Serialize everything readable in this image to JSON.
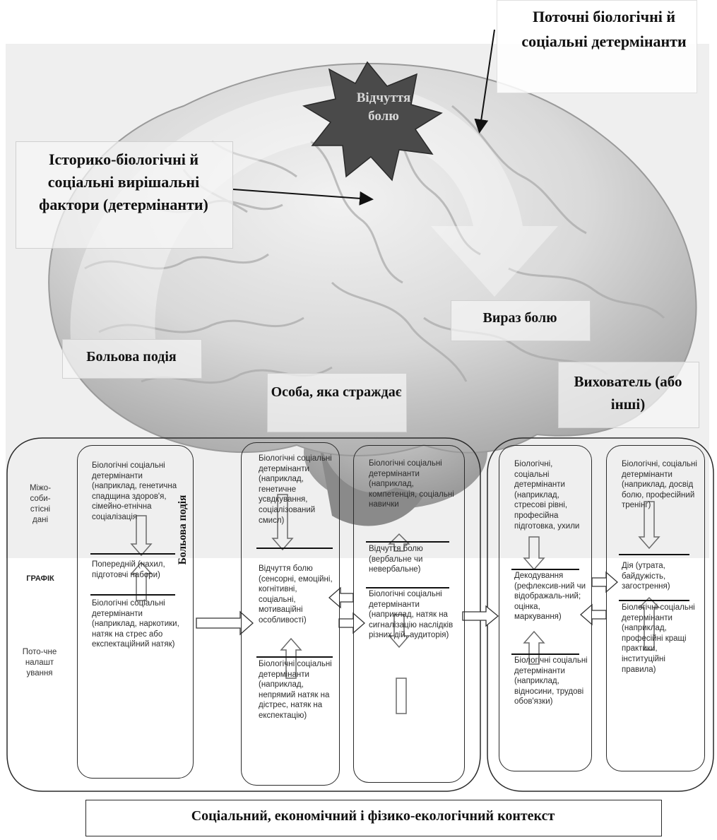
{
  "labels": {
    "current_determinants": "Поточні біологічні й соціальні детермінанти",
    "pain_sensation": "Відчуття болю",
    "historical_determinants": "Історико-біологічні й соціальні вирішальні фактори (детермінанти)",
    "pain_expression": "Вираз болю",
    "pain_event": "Больова подія",
    "suffering_person": "Особа, яка страждає",
    "caregiver": "Вихователь (або інші)",
    "context": "Соціальний, економічний і фізико-екологічний контекст",
    "pain_event_vertical": "Больова подія"
  },
  "timeline": {
    "interpersonal": "Міжо-соби-стісні дані",
    "graph": "ГРАФІК",
    "current_setting": "Пото-чне налашт ування"
  },
  "columns": [
    {
      "top": "Біологічні соціальні детермінанти (наприклад, генетична спадщина здоров'я, сімейно-етнічна соціалізація",
      "middle": "Попередній (нахил, підготовчі набори)",
      "bottom": "Біологічні соціальні детермінанти (наприклад, наркотики, натяк на стрес або експектаційний натяк)"
    },
    {
      "top": "Біологічні соціальні детермінанти (наприклад, генетичне усвдкування, соціалізований смисл)",
      "middle": "Відчуття болю (сенсорні, емоційні, когнітивні, соціальні, мотиваційні особливості)",
      "bottom": "Біологічні соціальні детермінанти (наприклад, непрямий натяк на дістрес, натяк на експектацію)"
    },
    {
      "top": "Біологічні соціальні детермінанти (наприклад, компетенція, соціальні навички",
      "middle": "Відчуття болю (вербальне чи невербальне)",
      "bottom": "Біологічні соціальні детермінанти (наприклад, натяк на сигналізацію наслідків різних дій, аудиторія)"
    },
    {
      "top": "Біологічні, соціальні детермінанти (наприклад, стресові рівні, професійна підготовка, ухили",
      "middle": "Декодування (рефлексив-ний чи відображаль-ний; оцінка, маркування)",
      "bottom": "Біологічні соціальні детермінанти (наприклад, відносини, трудові обов'язки)"
    },
    {
      "top": "Біологічні, соціальні детермінанти (наприклад, досвід болю, професійний тренінг)",
      "middle": "Дія (утрата, байдужість, загострення)",
      "bottom": "Біологічні соціальні детермінанти (наприклад, професійні кращі практики, інституційні правила)"
    }
  ]
}
